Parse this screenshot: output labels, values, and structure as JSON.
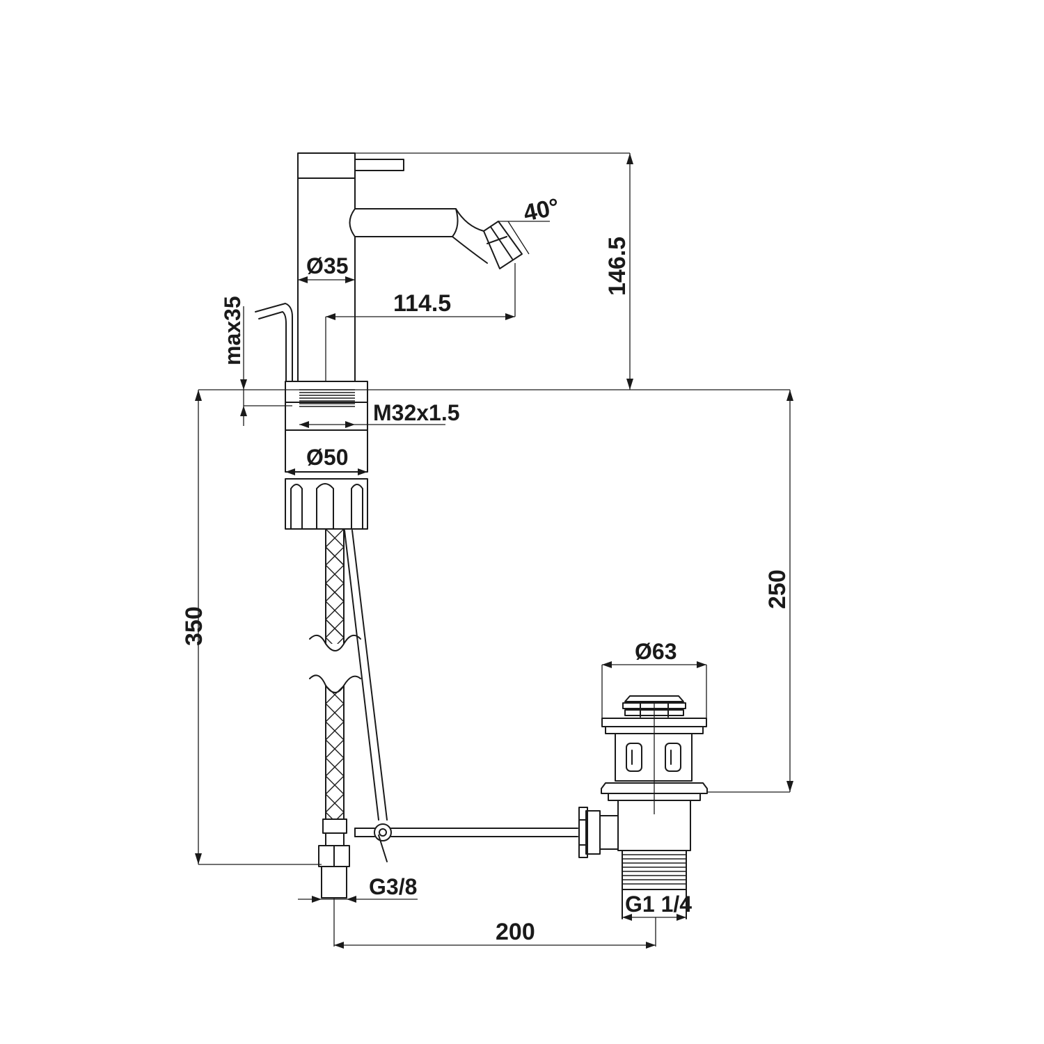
{
  "dimensions": {
    "lever_angle": "40°",
    "body_height": "146.5",
    "body_diameter": "Ø35",
    "spout_reach": "114.5",
    "max_deck_thickness": "max35",
    "mount_thread": "M32x1.5",
    "base_diameter": "Ø50",
    "hose_length": "350",
    "drain_height": "250",
    "drain_cap_diameter": "Ø63",
    "hose_connection": "G3/8",
    "drain_thread": "G1 1/4",
    "drain_offset": "200"
  },
  "colors": {
    "ink": "#1a1a1a",
    "background": "#ffffff"
  }
}
